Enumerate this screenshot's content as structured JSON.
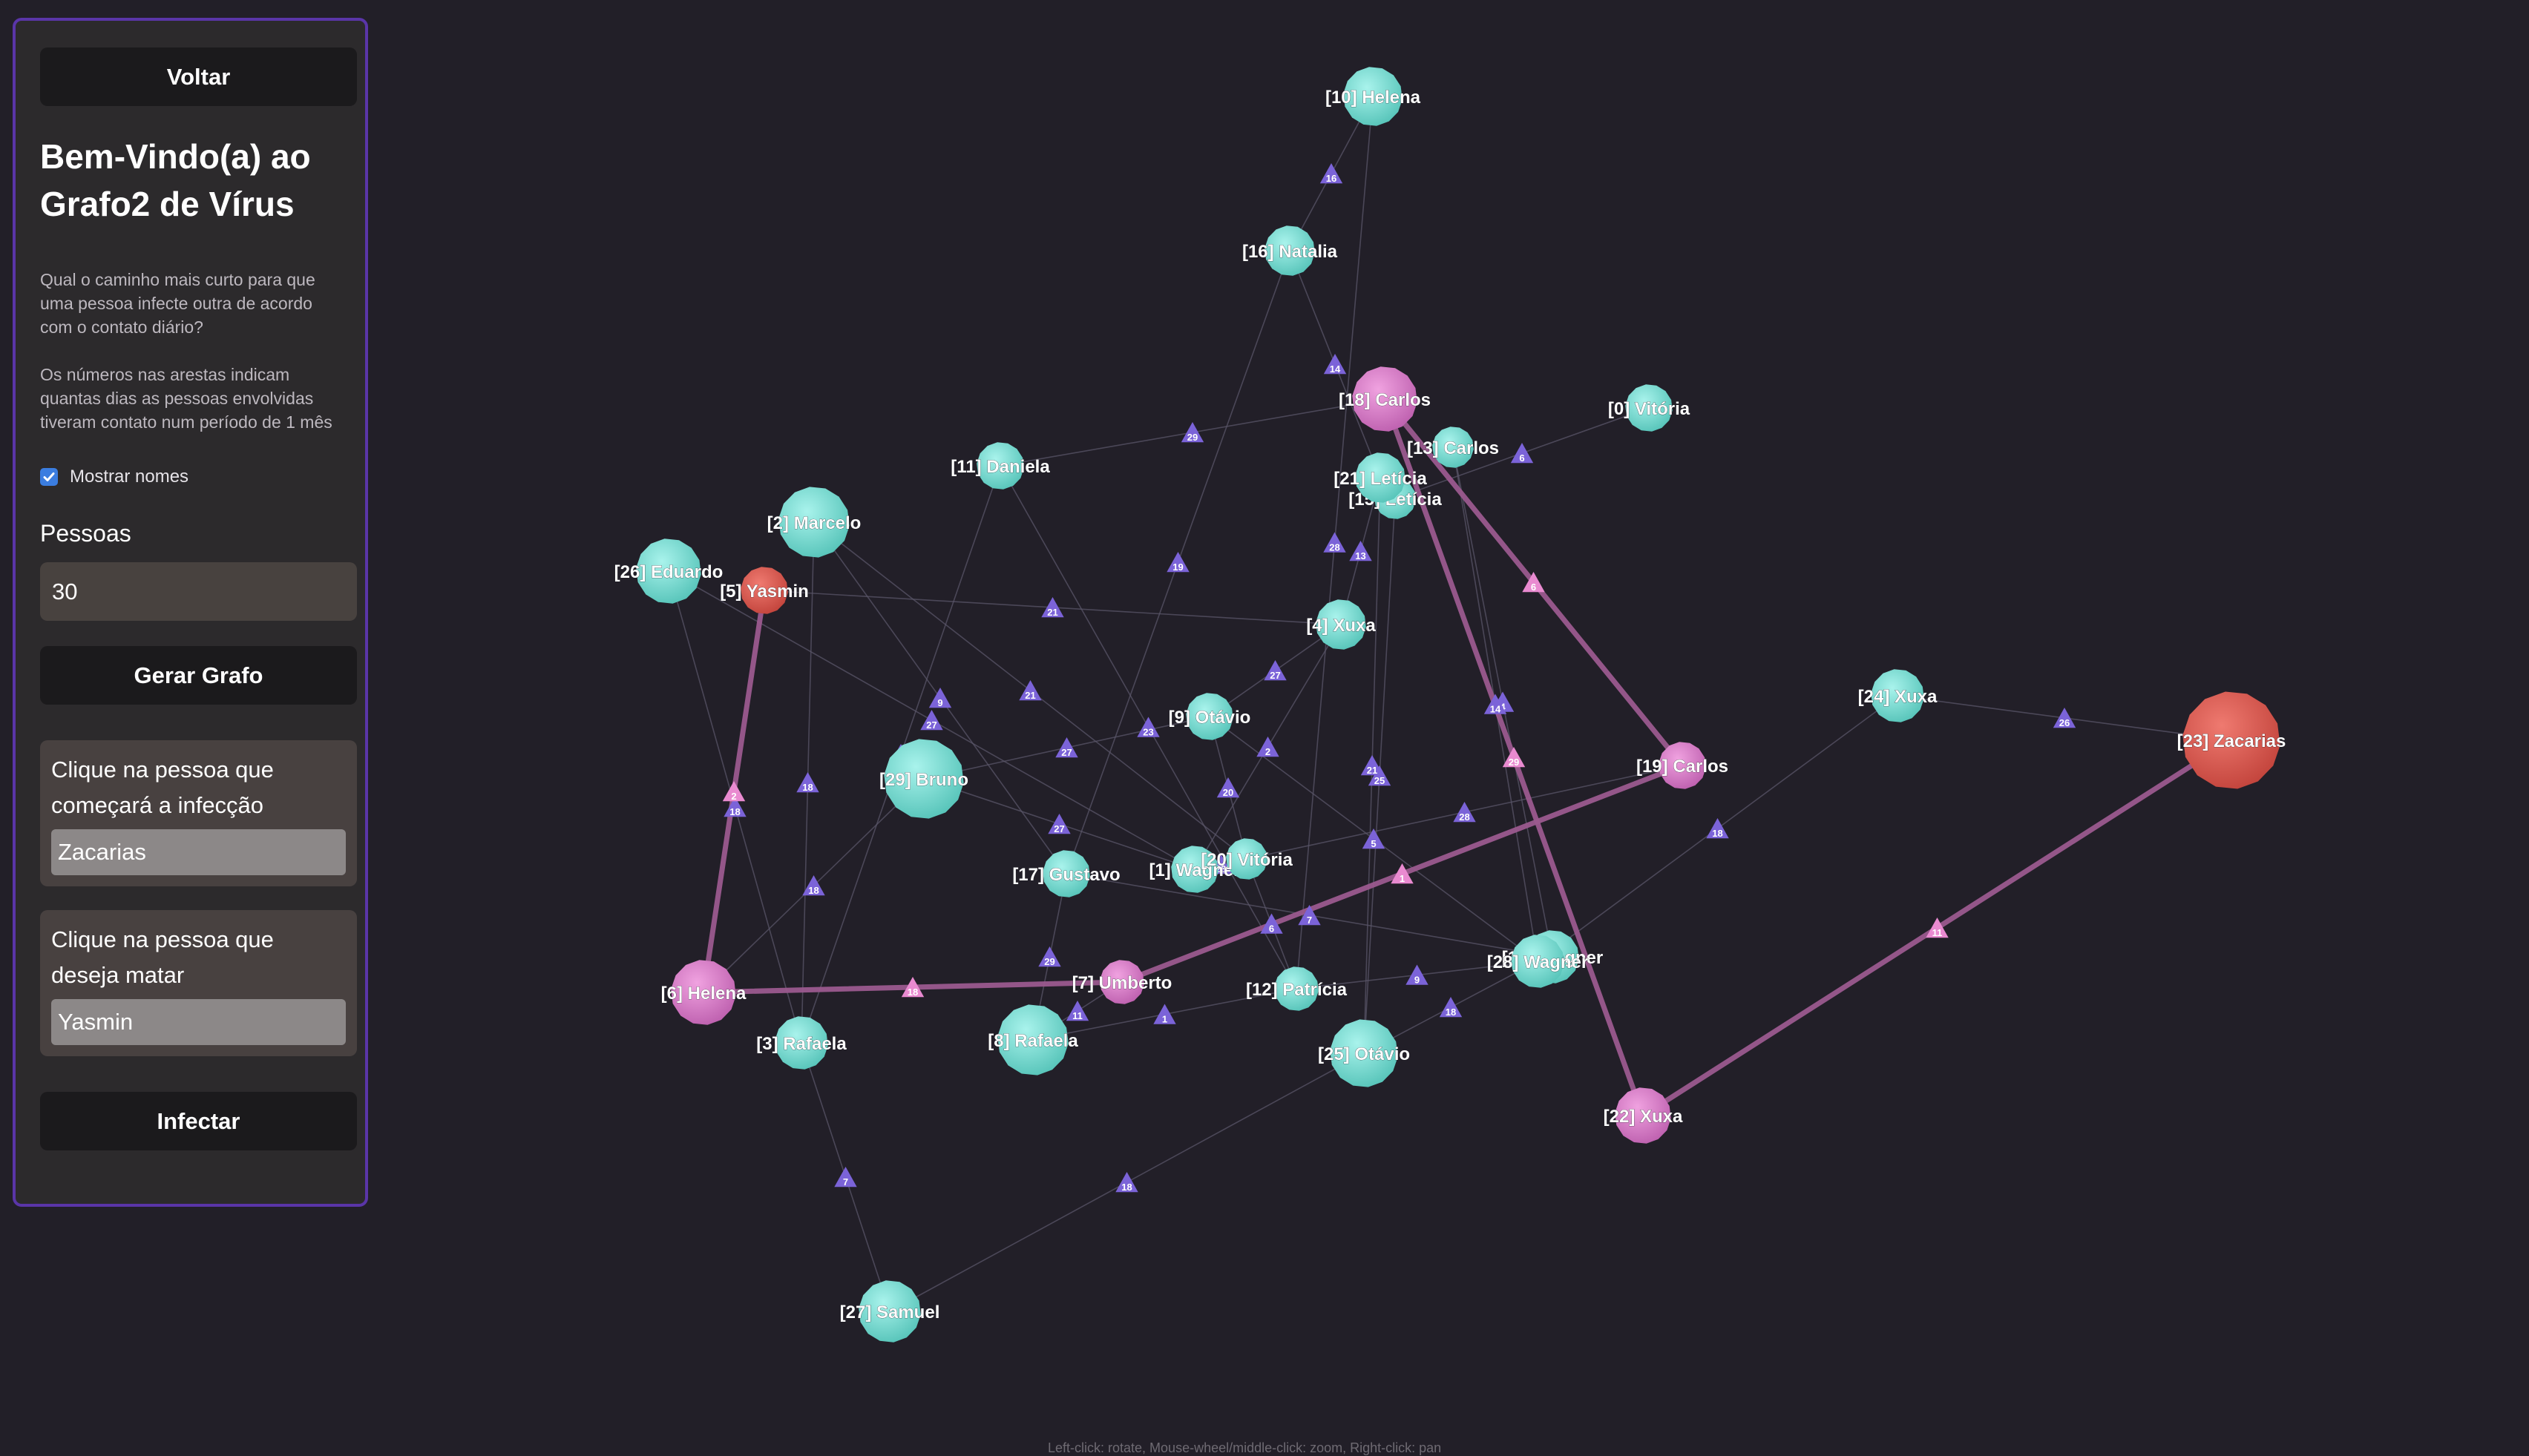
{
  "panel": {
    "back_label": "Voltar",
    "title": "Bem-Vindo(a) ao Grafo2 de Vírus",
    "description_1": "Qual o caminho mais curto para que uma pessoa infecte outra de acordo com o contato diário?",
    "description_2": "Os números nas arestas indicam quantas dias as pessoas envolvidas tiveram contato num período de 1 mês",
    "show_names": {
      "label": "Mostrar nomes",
      "checked": true
    },
    "people_label": "Pessoas",
    "people_value": "30",
    "generate_label": "Gerar Grafo",
    "start_card": {
      "text": "Clique na pessoa que começará a infecção",
      "value": "Zacarias"
    },
    "kill_card": {
      "text": "Clique na pessoa que deseja matar",
      "value": "Yasmin"
    },
    "infect_label": "Infectar"
  },
  "hint": "Left-click: rotate, Mouse-wheel/middle-click: zoom, Right-click: pan",
  "colors": {
    "background": "#221f28",
    "node": "#7ee0d8",
    "node_path": "#d77dc5",
    "node_selected": "#d9564d",
    "edge": "#5a5668",
    "edge_path": "#9b5a8e",
    "weight": "#7b63d8",
    "weight_path": "#e98ad0",
    "panel_border": "#5a35a8"
  },
  "graph": {
    "nodes": [
      {
        "id": 0,
        "label": "[0] Vitória",
        "type": "normal"
      },
      {
        "id": 1,
        "label": "[1] Wagner",
        "type": "normal"
      },
      {
        "id": 2,
        "label": "[2] Marcelo",
        "type": "normal"
      },
      {
        "id": 3,
        "label": "[3] Rafaela",
        "type": "normal"
      },
      {
        "id": 4,
        "label": "[4] Xuxa",
        "type": "normal"
      },
      {
        "id": 5,
        "label": "[5] Yasmin",
        "type": "kill"
      },
      {
        "id": 6,
        "label": "[6] Helena",
        "type": "path"
      },
      {
        "id": 7,
        "label": "[7] Umberto",
        "type": "path"
      },
      {
        "id": 8,
        "label": "[8] Rafaela",
        "type": "normal"
      },
      {
        "id": 9,
        "label": "[9] Otávio",
        "type": "normal"
      },
      {
        "id": 10,
        "label": "[10] Helena",
        "type": "normal"
      },
      {
        "id": 11,
        "label": "[11] Daniela",
        "type": "normal"
      },
      {
        "id": 12,
        "label": "[12] Patrícia",
        "type": "normal"
      },
      {
        "id": 13,
        "label": "[13] Carlos",
        "type": "normal"
      },
      {
        "id": 14,
        "label": "[14] Wagner",
        "type": "normal"
      },
      {
        "id": 15,
        "label": "[15] Letícia",
        "type": "normal"
      },
      {
        "id": 16,
        "label": "[16] Natalia",
        "type": "normal"
      },
      {
        "id": 17,
        "label": "[17] Gustavo",
        "type": "normal"
      },
      {
        "id": 18,
        "label": "[18] Carlos",
        "type": "path"
      },
      {
        "id": 19,
        "label": "[19] Carlos",
        "type": "path"
      },
      {
        "id": 20,
        "label": "[20] Vitória",
        "type": "normal"
      },
      {
        "id": 21,
        "label": "[21] Letícia",
        "type": "normal"
      },
      {
        "id": 22,
        "label": "[22] Xuxa",
        "type": "path"
      },
      {
        "id": 23,
        "label": "[23] Zacarias",
        "type": "start"
      },
      {
        "id": 24,
        "label": "[24] Xuxa",
        "type": "normal"
      },
      {
        "id": 25,
        "label": "[25] Otávio",
        "type": "normal"
      },
      {
        "id": 26,
        "label": "[26] Eduardo",
        "type": "normal"
      },
      {
        "id": 27,
        "label": "[27] Samuel",
        "type": "normal"
      },
      {
        "id": 28,
        "label": "[28] Wagner",
        "type": "normal"
      },
      {
        "id": 29,
        "label": "[29] Bruno",
        "type": "normal"
      }
    ],
    "edges": [
      [
        23,
        22,
        11,
        true
      ],
      [
        22,
        18,
        29,
        true
      ],
      [
        18,
        19,
        6,
        true
      ],
      [
        19,
        7,
        1,
        true
      ],
      [
        7,
        6,
        18,
        true
      ],
      [
        6,
        5,
        2,
        true
      ],
      [
        23,
        24,
        26,
        false
      ],
      [
        10,
        16,
        16,
        false
      ],
      [
        11,
        18,
        29,
        false
      ],
      [
        16,
        21,
        14,
        false
      ],
      [
        21,
        4,
        13,
        false
      ],
      [
        15,
        25,
        25,
        false
      ],
      [
        13,
        14,
        4,
        false
      ],
      [
        0,
        15,
        6,
        false
      ],
      [
        2,
        20,
        21,
        false
      ],
      [
        5,
        4,
        21,
        false
      ],
      [
        26,
        3,
        18,
        false
      ],
      [
        2,
        3,
        18,
        false
      ],
      [
        29,
        1,
        27,
        false
      ],
      [
        29,
        9,
        27,
        false
      ],
      [
        17,
        8,
        29,
        false
      ],
      [
        9,
        20,
        20,
        false
      ],
      [
        4,
        9,
        27,
        false
      ],
      [
        20,
        12,
        6,
        false
      ],
      [
        25,
        27,
        18,
        false
      ],
      [
        12,
        28,
        9,
        false
      ],
      [
        17,
        14,
        7,
        false
      ],
      [
        8,
        12,
        1,
        false
      ],
      [
        1,
        20,
        28,
        false
      ],
      [
        11,
        3,
        19,
        false
      ],
      [
        16,
        17,
        19,
        false
      ],
      [
        9,
        28,
        5,
        false
      ],
      [
        21,
        25,
        21,
        false
      ],
      [
        24,
        28,
        18,
        false
      ],
      [
        13,
        28,
        14,
        false
      ],
      [
        2,
        17,
        9,
        false
      ],
      [
        4,
        1,
        2,
        false
      ],
      [
        19,
        20,
        28,
        false
      ],
      [
        11,
        12,
        23,
        false
      ],
      [
        29,
        6,
        18,
        false
      ],
      [
        7,
        8,
        11,
        false
      ],
      [
        26,
        1,
        27,
        false
      ],
      [
        10,
        12,
        28,
        false
      ],
      [
        3,
        27,
        7,
        false
      ],
      [
        25,
        28,
        18,
        false
      ]
    ]
  }
}
